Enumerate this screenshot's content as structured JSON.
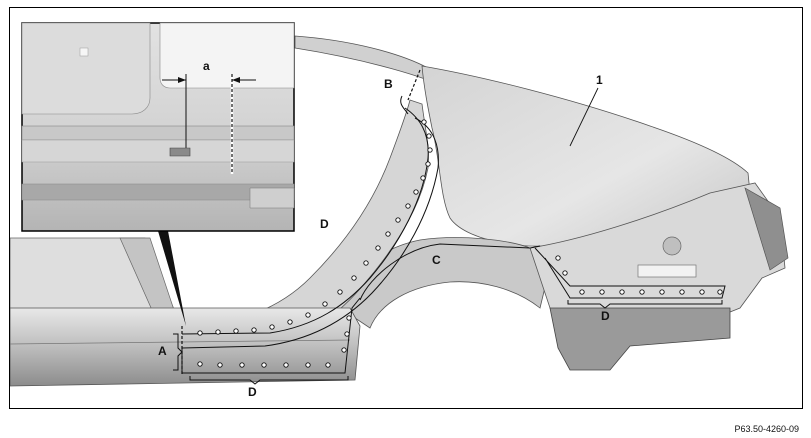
{
  "callouts": {
    "part_1": "1",
    "dim_a": "a",
    "label_A": "A",
    "label_B": "B",
    "label_C": "C",
    "label_D_pillar": "D",
    "label_D_sill": "D",
    "label_D_rear": "D"
  },
  "figure_code": "P63.50-4260-09",
  "colors": {
    "panel_light": "#e4e4e4",
    "panel_mid": "#cfcfcf",
    "panel_dark": "#9d9d9d",
    "outline": "#111111",
    "rivet_fill": "#ffffff"
  }
}
